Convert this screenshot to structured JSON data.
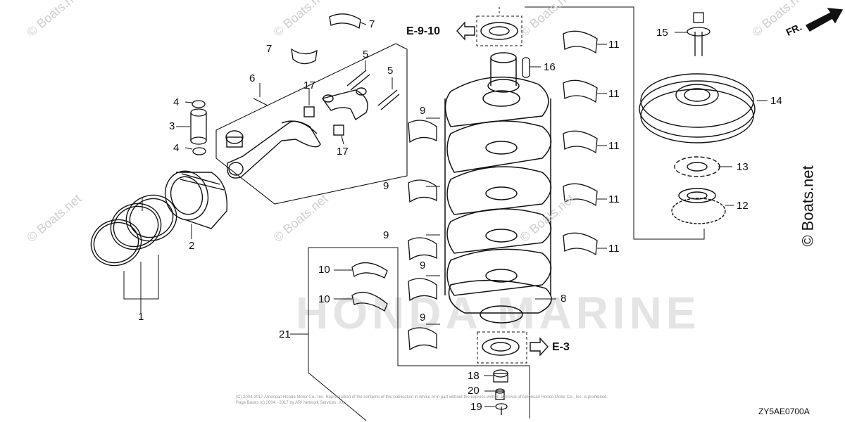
{
  "diagram": {
    "part_labels": {
      "p1": "1",
      "p2": "2",
      "p3": "3",
      "p4a": "4",
      "p4b": "4",
      "p5a": "5",
      "p5b": "5",
      "p6": "6",
      "p7a": "7",
      "p7b": "7",
      "p8": "8",
      "p9a": "9",
      "p9b": "9",
      "p9c": "9",
      "p9d": "9",
      "p9e": "9",
      "p10a": "10",
      "p10b": "10",
      "p11a": "11",
      "p11b": "11",
      "p11c": "11",
      "p11d": "11",
      "p11e": "11",
      "p12": "12",
      "p13": "13",
      "p14": "14",
      "p15": "15",
      "p16": "16",
      "p17a": "17",
      "p17b": "17",
      "p18": "18",
      "p19": "19",
      "p20": "20",
      "p21": "21"
    },
    "references": {
      "upper": "E-9-10",
      "lower": "E-3"
    },
    "direction": "FR.",
    "code": "ZY5AE0700A",
    "watermark": "© Boats.net",
    "brand_logo": "HONDA MARINE",
    "copyright": "(C) 2004-2017 American Honda Motor Co., Inc. Reproduction of the contents of this publication in whole or in part without the express written approval of American Honda Motor Co., Inc. is prohibited. Page Bases (c) 2004 - 2017 by ARI Network Services, Inc."
  }
}
